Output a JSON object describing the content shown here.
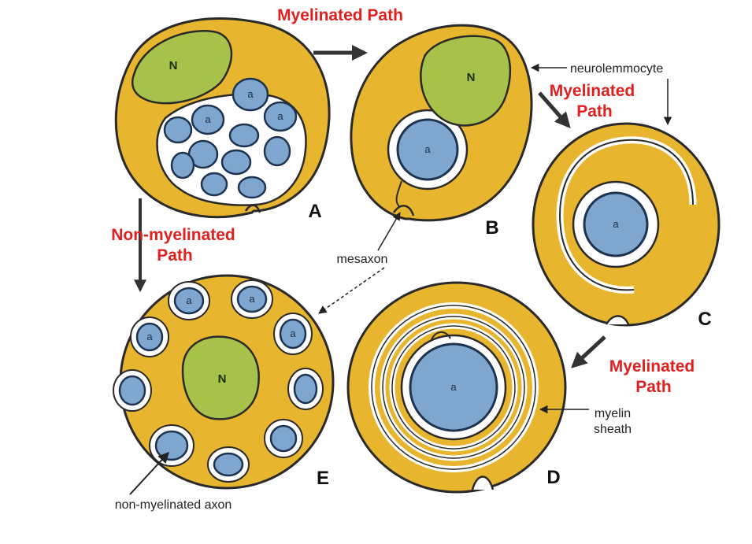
{
  "labels": {
    "myelinated_path_top": "Myelinated Path",
    "myelinated_path_right_line1": "Myelinated",
    "myelinated_path_right_line2": "Path",
    "myelinated_path_lower_line1": "Myelinated",
    "myelinated_path_lower_line2": "Path",
    "non_myelinated_line1": "Non-myelinated",
    "non_myelinated_line2": "Path",
    "neurolemmocyte": "neurolemmocyte",
    "mesaxon": "mesaxon",
    "myelin_sheath_line1": "myelin",
    "myelin_sheath_line2": "sheath",
    "non_myelinated_axon": "non-myelinated axon"
  },
  "panels": {
    "A": "A",
    "B": "B",
    "C": "C",
    "D": "D",
    "E": "E"
  },
  "markers": {
    "nucleus": "N",
    "axon": "a"
  },
  "colors": {
    "cytoplasm": "#e8b52f",
    "nucleus": "#a8c14a",
    "axon": "#7ea6cf",
    "myelin": "#f2f2f2",
    "outline": "#2a2a2a",
    "label_red": "#e01f1f"
  }
}
